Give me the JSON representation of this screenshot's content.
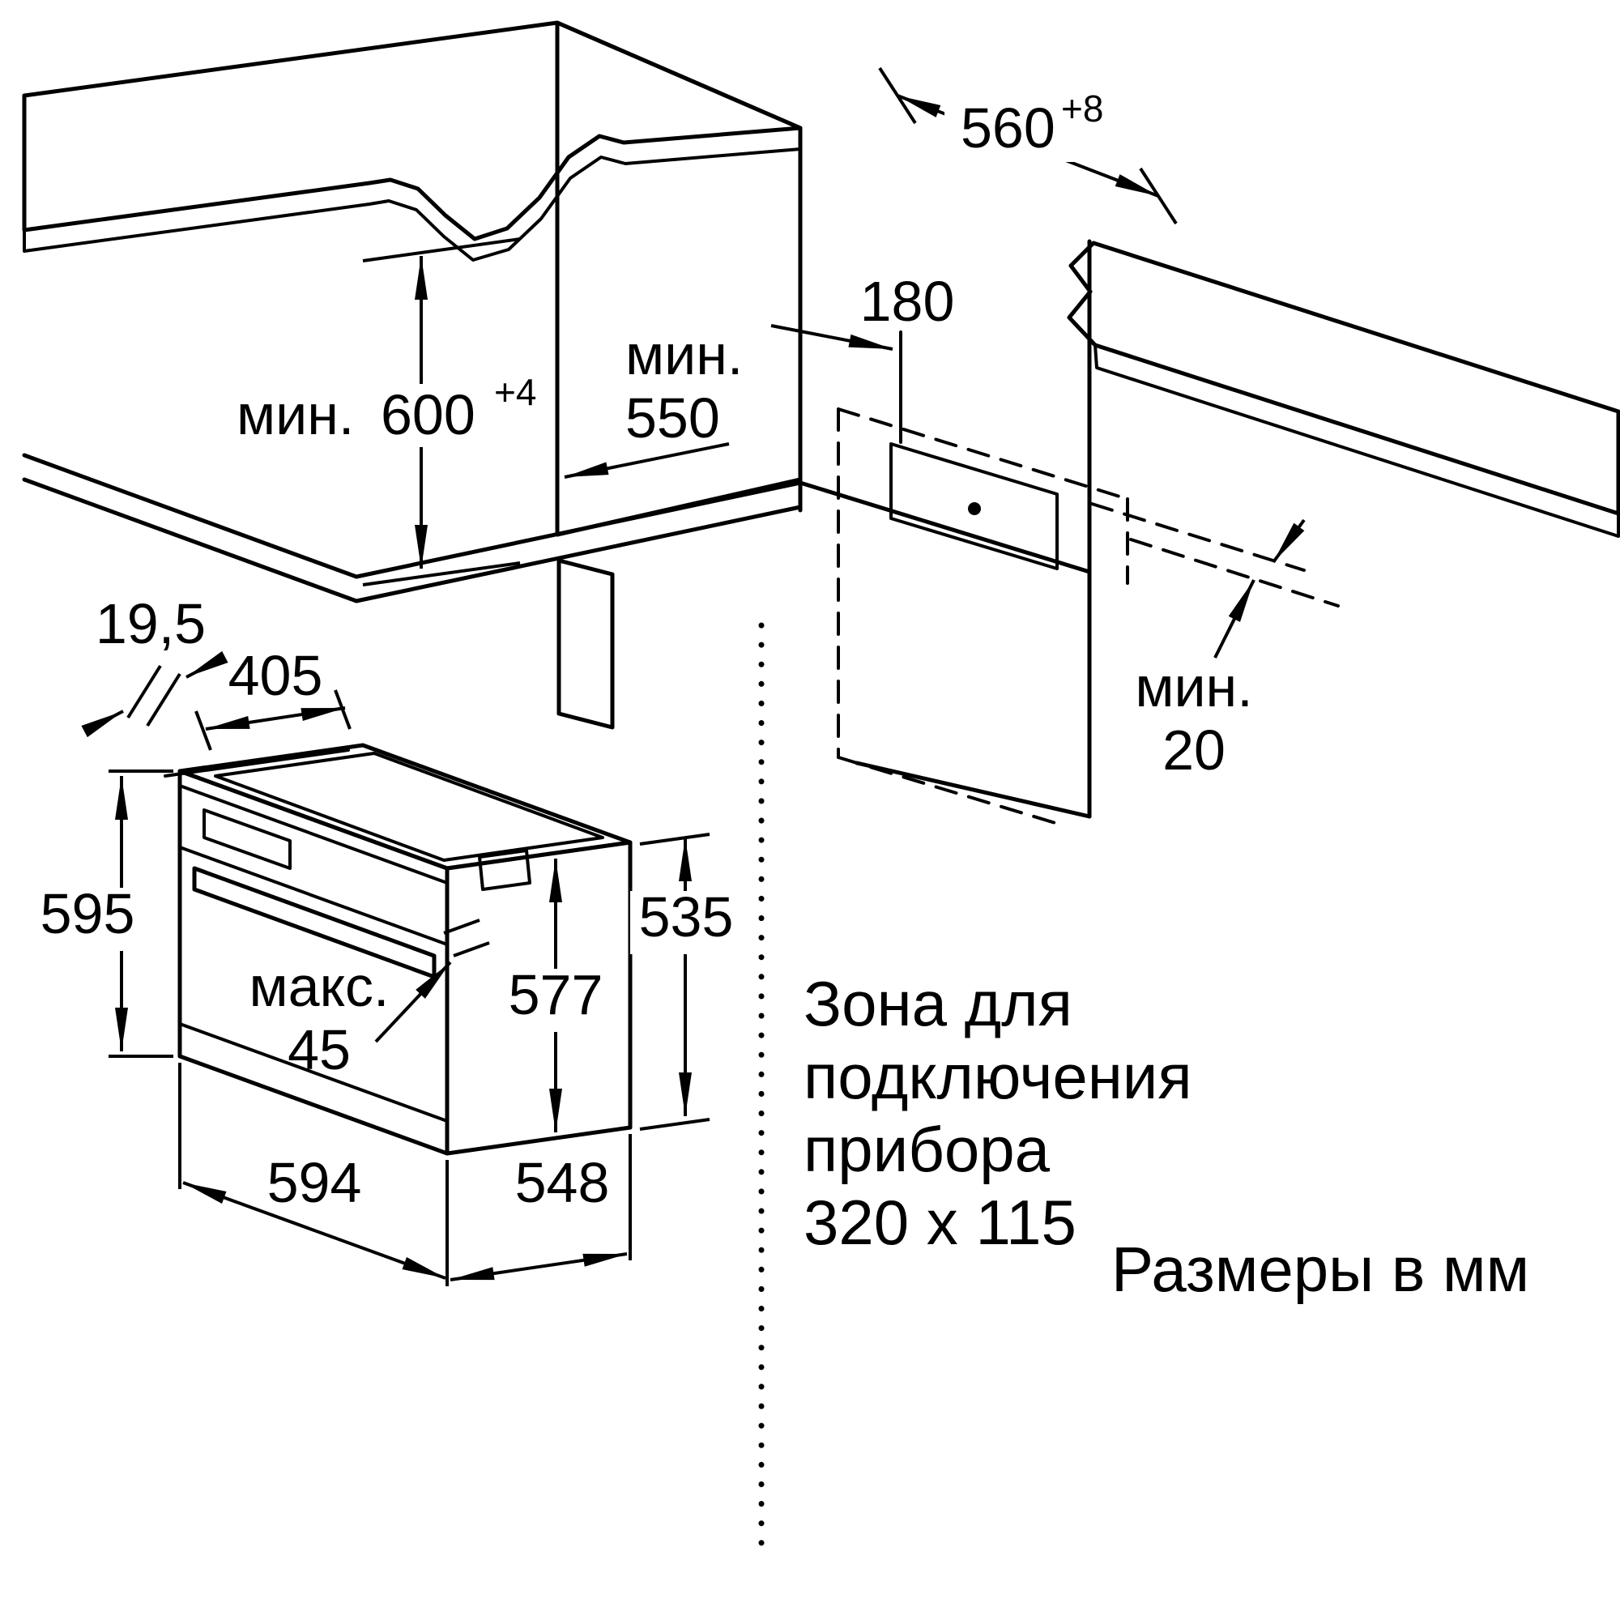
{
  "colors": {
    "line": "#000000",
    "surface": "#ececec",
    "surface_edge": "#d4d4d4",
    "background": "#ffffff"
  },
  "dims": {
    "niche_width": {
      "value": "560",
      "sup": "+8"
    },
    "niche_height": {
      "prefix": "мин.",
      "value": "600",
      "sup": "+4"
    },
    "niche_depth": {
      "prefix": "мин.",
      "value": "550"
    },
    "conn_offset": {
      "value": "180"
    },
    "rear_gap": {
      "prefix": "мин.",
      "value": "20"
    },
    "frame_overhang": {
      "value": "19,5"
    },
    "top_depth": {
      "value": "405"
    },
    "oven_height": {
      "value": "595"
    },
    "handle_max": {
      "prefix": "макс.",
      "value": "45"
    },
    "body_height": {
      "value": "577"
    },
    "rear_height": {
      "value": "535"
    },
    "oven_width": {
      "value": "594"
    },
    "oven_depth": {
      "value": "548"
    }
  },
  "connection_zone": {
    "line1": "Зона для",
    "line2": "подключения",
    "line3": "прибора",
    "size": "320 x 115"
  },
  "footer": {
    "units_note": "Размеры в мм"
  }
}
